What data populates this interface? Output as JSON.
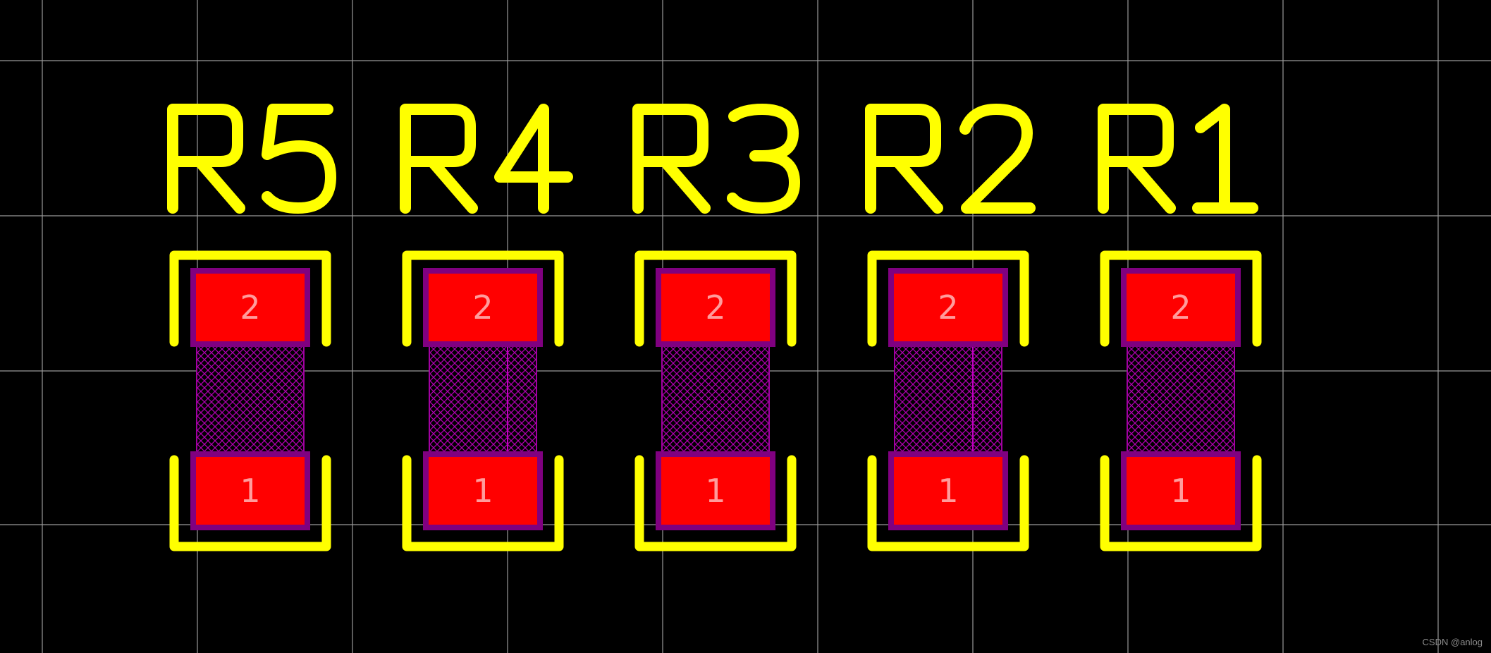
{
  "colors": {
    "background": "#000000",
    "grid": "#9a9a9a",
    "silkscreen": "#ffff00",
    "pad": "#ff0000",
    "solder_mask": "#800080",
    "pad_label": "#ff9c9c"
  },
  "components": [
    {
      "designator": "R5",
      "pad_top": "2",
      "pad_bottom": "1"
    },
    {
      "designator": "R4",
      "pad_top": "2",
      "pad_bottom": "1"
    },
    {
      "designator": "R3",
      "pad_top": "2",
      "pad_bottom": "1"
    },
    {
      "designator": "R2",
      "pad_top": "2",
      "pad_bottom": "1"
    },
    {
      "designator": "R1",
      "pad_top": "2",
      "pad_bottom": "1"
    }
  ],
  "watermark": "CSDN @anlog"
}
